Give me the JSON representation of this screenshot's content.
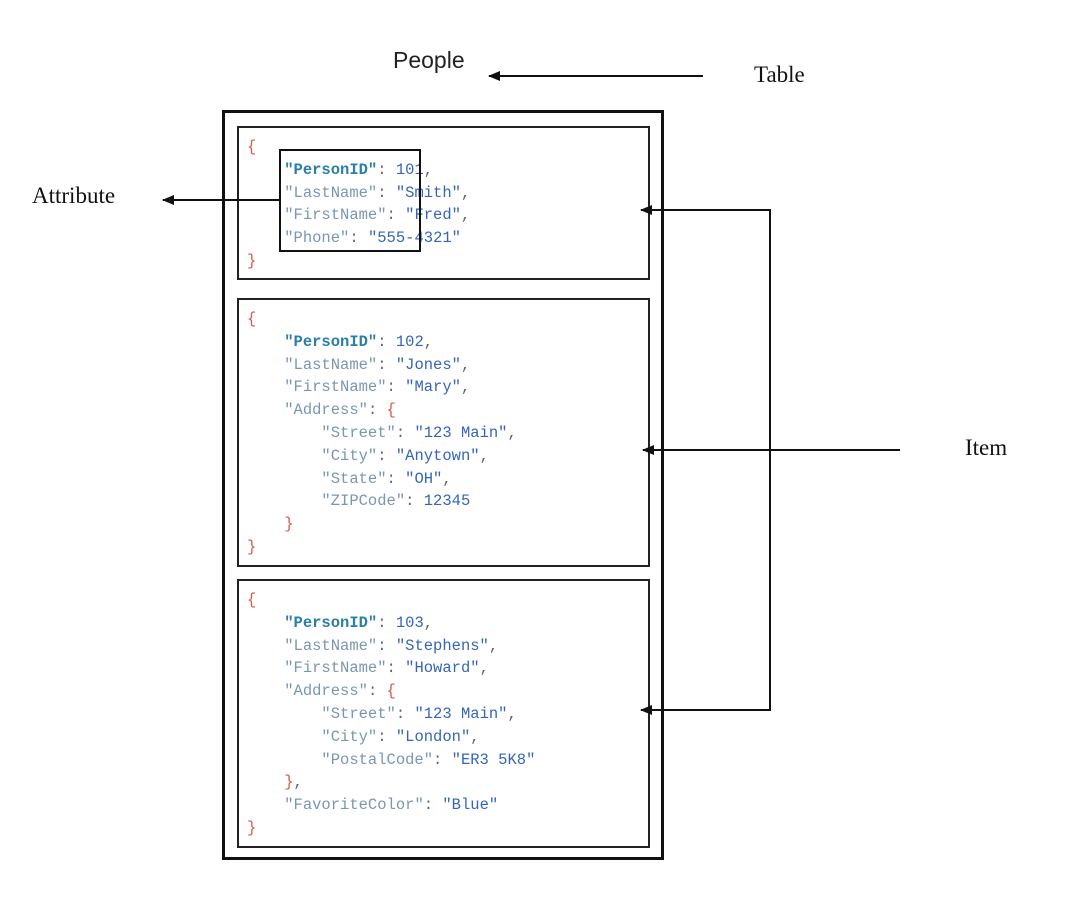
{
  "table_name": "People",
  "labels": {
    "table": "Table",
    "attribute": "Attribute",
    "item": "Item"
  },
  "items": [
    {
      "lines": [
        {
          "indent": 0,
          "parts": [
            {
              "t": "{",
              "c": "brace"
            }
          ]
        },
        {
          "indent": 1,
          "parts": [
            {
              "t": "\"PersonID\"",
              "c": "key-strong"
            },
            {
              "t": ": ",
              "c": "punct"
            },
            {
              "t": "101",
              "c": "val"
            },
            {
              "t": ",",
              "c": "punct"
            }
          ]
        },
        {
          "indent": 1,
          "parts": [
            {
              "t": "\"LastName\"",
              "c": "key"
            },
            {
              "t": ": ",
              "c": "punct"
            },
            {
              "t": "\"Smith\"",
              "c": "val"
            },
            {
              "t": ",",
              "c": "punct"
            }
          ]
        },
        {
          "indent": 1,
          "parts": [
            {
              "t": "\"FirstName\"",
              "c": "key"
            },
            {
              "t": ": ",
              "c": "punct"
            },
            {
              "t": "\"Fred\"",
              "c": "val"
            },
            {
              "t": ",",
              "c": "punct"
            }
          ]
        },
        {
          "indent": 1,
          "parts": [
            {
              "t": "\"Phone\"",
              "c": "key"
            },
            {
              "t": ": ",
              "c": "punct"
            },
            {
              "t": "\"555-4321\"",
              "c": "val"
            }
          ]
        },
        {
          "indent": 0,
          "parts": [
            {
              "t": "}",
              "c": "brace"
            }
          ]
        }
      ]
    },
    {
      "lines": [
        {
          "indent": 0,
          "parts": [
            {
              "t": "{",
              "c": "brace"
            }
          ]
        },
        {
          "indent": 1,
          "parts": [
            {
              "t": "\"PersonID\"",
              "c": "key-strong"
            },
            {
              "t": ": ",
              "c": "punct"
            },
            {
              "t": "102",
              "c": "val"
            },
            {
              "t": ",",
              "c": "punct"
            }
          ]
        },
        {
          "indent": 1,
          "parts": [
            {
              "t": "\"LastName\"",
              "c": "key"
            },
            {
              "t": ": ",
              "c": "punct"
            },
            {
              "t": "\"Jones\"",
              "c": "val"
            },
            {
              "t": ",",
              "c": "punct"
            }
          ]
        },
        {
          "indent": 1,
          "parts": [
            {
              "t": "\"FirstName\"",
              "c": "key"
            },
            {
              "t": ": ",
              "c": "punct"
            },
            {
              "t": "\"Mary\"",
              "c": "val"
            },
            {
              "t": ",",
              "c": "punct"
            }
          ]
        },
        {
          "indent": 1,
          "parts": [
            {
              "t": "\"Address\"",
              "c": "key"
            },
            {
              "t": ": ",
              "c": "punct"
            },
            {
              "t": "{",
              "c": "brace"
            }
          ]
        },
        {
          "indent": 2,
          "parts": [
            {
              "t": "\"Street\"",
              "c": "key"
            },
            {
              "t": ": ",
              "c": "punct"
            },
            {
              "t": "\"123 Main\"",
              "c": "val"
            },
            {
              "t": ",",
              "c": "punct"
            }
          ]
        },
        {
          "indent": 2,
          "parts": [
            {
              "t": "\"City\"",
              "c": "key"
            },
            {
              "t": ": ",
              "c": "punct"
            },
            {
              "t": "\"Anytown\"",
              "c": "val"
            },
            {
              "t": ",",
              "c": "punct"
            }
          ]
        },
        {
          "indent": 2,
          "parts": [
            {
              "t": "\"State\"",
              "c": "key"
            },
            {
              "t": ": ",
              "c": "punct"
            },
            {
              "t": "\"OH\"",
              "c": "val"
            },
            {
              "t": ",",
              "c": "punct"
            }
          ]
        },
        {
          "indent": 2,
          "parts": [
            {
              "t": "\"ZIPCode\"",
              "c": "key"
            },
            {
              "t": ": ",
              "c": "punct"
            },
            {
              "t": "12345",
              "c": "val"
            }
          ]
        },
        {
          "indent": 1,
          "parts": [
            {
              "t": "}",
              "c": "brace"
            }
          ]
        },
        {
          "indent": 0,
          "parts": [
            {
              "t": "}",
              "c": "brace"
            }
          ]
        }
      ]
    },
    {
      "lines": [
        {
          "indent": 0,
          "parts": [
            {
              "t": "{",
              "c": "brace"
            }
          ]
        },
        {
          "indent": 1,
          "parts": [
            {
              "t": "\"PersonID\"",
              "c": "key-strong"
            },
            {
              "t": ": ",
              "c": "punct"
            },
            {
              "t": "103",
              "c": "val"
            },
            {
              "t": ",",
              "c": "punct"
            }
          ]
        },
        {
          "indent": 1,
          "parts": [
            {
              "t": "\"LastName\"",
              "c": "key"
            },
            {
              "t": ": ",
              "c": "punct"
            },
            {
              "t": "\"Stephens\"",
              "c": "val"
            },
            {
              "t": ",",
              "c": "punct"
            }
          ]
        },
        {
          "indent": 1,
          "parts": [
            {
              "t": "\"FirstName\"",
              "c": "key"
            },
            {
              "t": ": ",
              "c": "punct"
            },
            {
              "t": "\"Howard\"",
              "c": "val"
            },
            {
              "t": ",",
              "c": "punct"
            }
          ]
        },
        {
          "indent": 1,
          "parts": [
            {
              "t": "\"Address\"",
              "c": "key"
            },
            {
              "t": ": ",
              "c": "punct"
            },
            {
              "t": "{",
              "c": "brace"
            }
          ]
        },
        {
          "indent": 2,
          "parts": [
            {
              "t": "\"Street\"",
              "c": "key"
            },
            {
              "t": ": ",
              "c": "punct"
            },
            {
              "t": "\"123 Main\"",
              "c": "val"
            },
            {
              "t": ",",
              "c": "punct"
            }
          ]
        },
        {
          "indent": 2,
          "parts": [
            {
              "t": "\"City\"",
              "c": "key"
            },
            {
              "t": ": ",
              "c": "punct"
            },
            {
              "t": "\"London\"",
              "c": "val"
            },
            {
              "t": ",",
              "c": "punct"
            }
          ]
        },
        {
          "indent": 2,
          "parts": [
            {
              "t": "\"PostalCode\"",
              "c": "key"
            },
            {
              "t": ": ",
              "c": "punct"
            },
            {
              "t": "\"ER3 5K8\"",
              "c": "val"
            }
          ]
        },
        {
          "indent": 1,
          "parts": [
            {
              "t": "}",
              "c": "brace"
            },
            {
              "t": ",",
              "c": "punct"
            }
          ]
        },
        {
          "indent": 1,
          "parts": [
            {
              "t": "\"FavoriteColor\"",
              "c": "key"
            },
            {
              "t": ": ",
              "c": "punct"
            },
            {
              "t": "\"Blue\"",
              "c": "val"
            }
          ]
        },
        {
          "indent": 0,
          "parts": [
            {
              "t": "}",
              "c": "brace"
            }
          ]
        }
      ]
    }
  ]
}
